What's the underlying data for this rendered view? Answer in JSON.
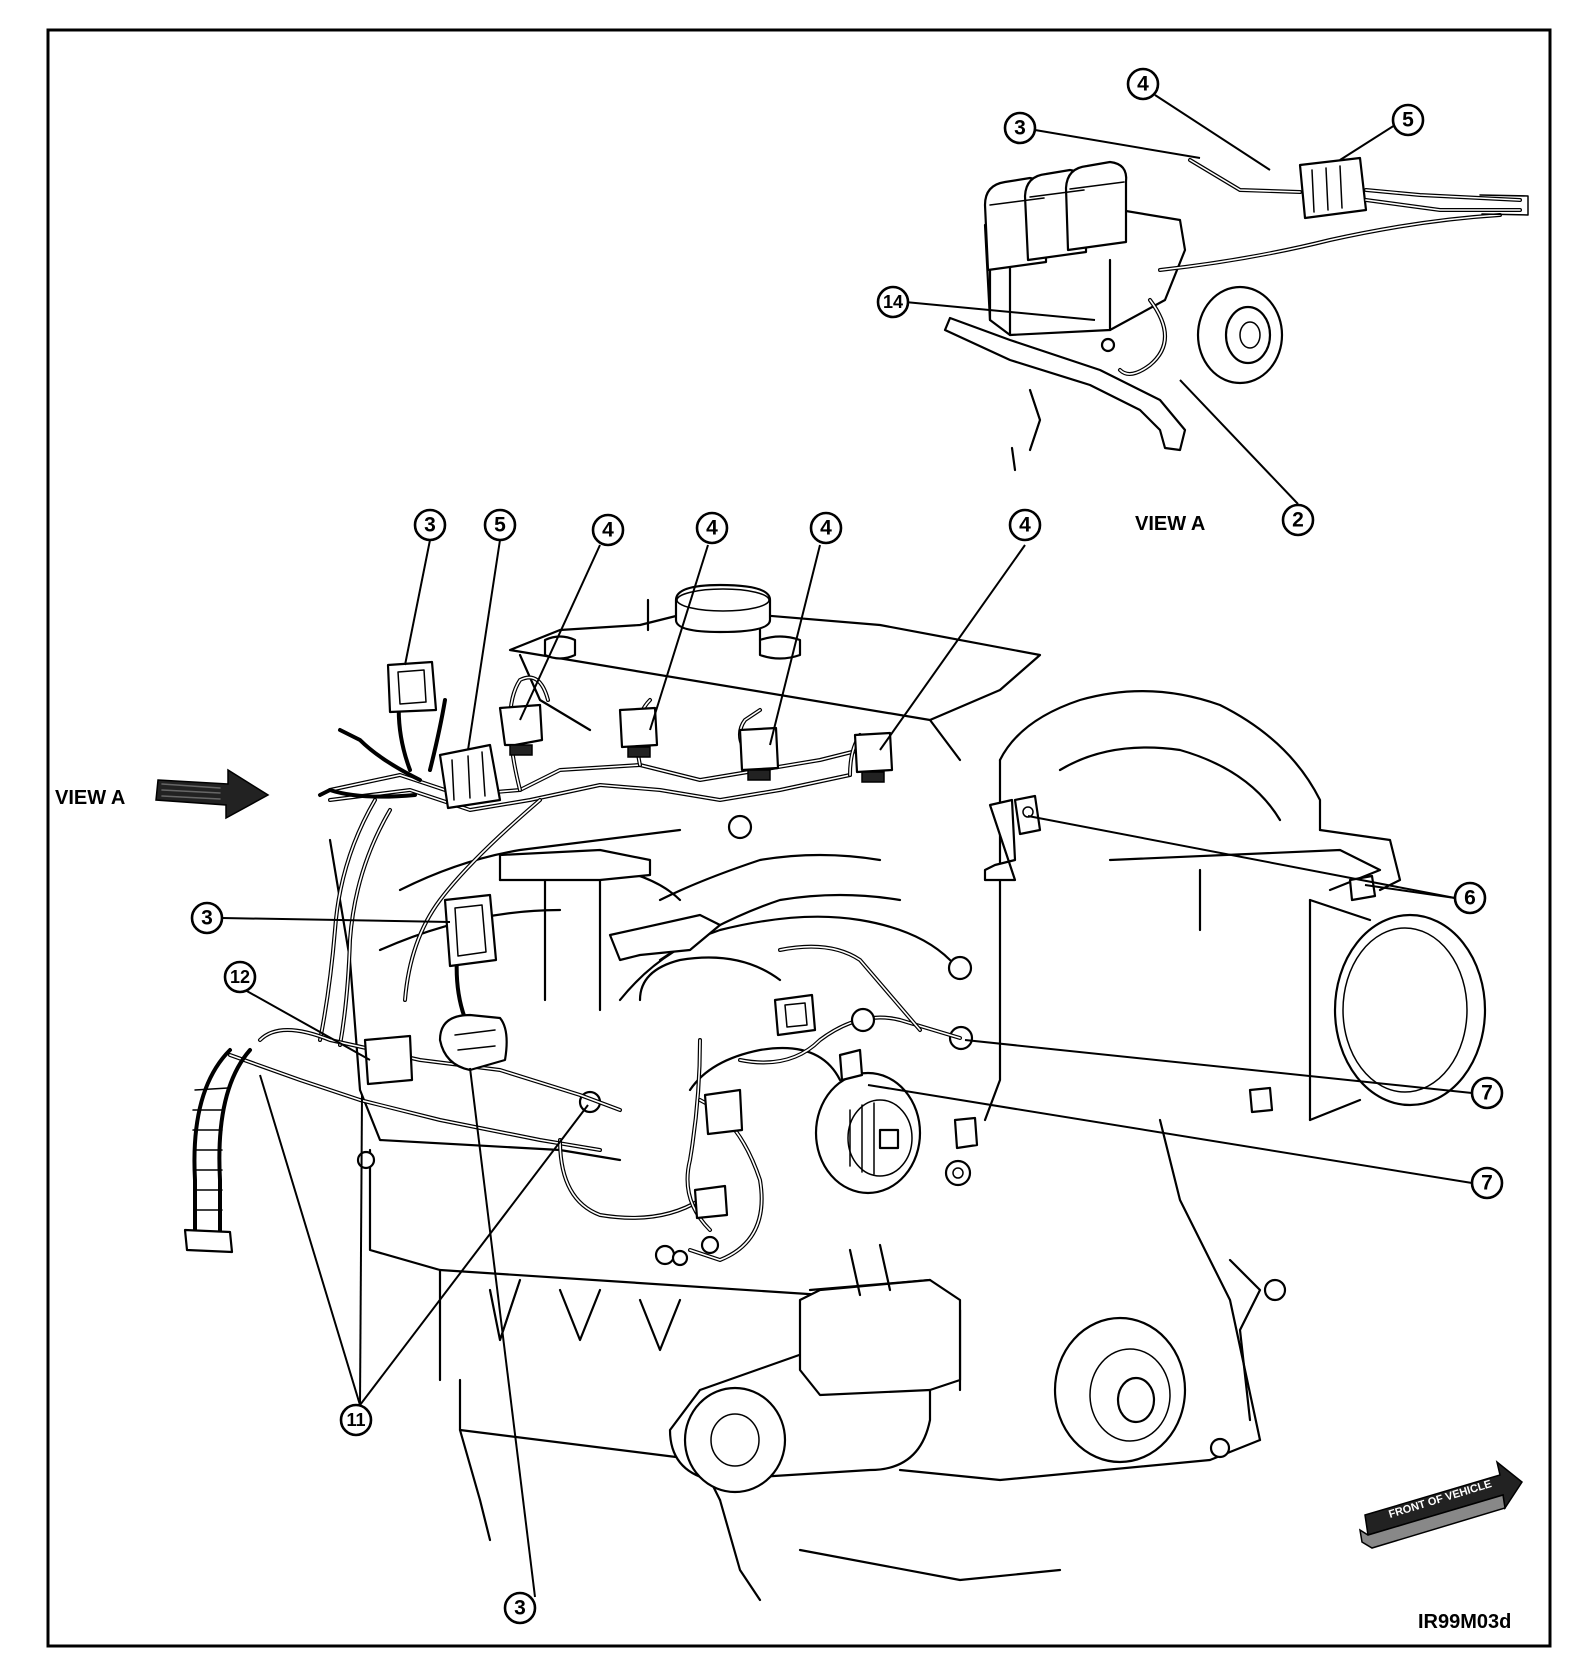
{
  "figure": {
    "reference_code": "IR99M03d",
    "view_a_label": "VIEW A",
    "view_a_arrow_label": "VIEW A",
    "direction_arrow_label": "FRONT OF VEHICLE"
  },
  "callouts": [
    {
      "id": "c-inset-4",
      "number": "4"
    },
    {
      "id": "c-inset-3",
      "number": "3"
    },
    {
      "id": "c-inset-5",
      "number": "5"
    },
    {
      "id": "c-inset-14",
      "number": "14"
    },
    {
      "id": "c-inset-2",
      "number": "2"
    },
    {
      "id": "c-top-3",
      "number": "3"
    },
    {
      "id": "c-top-5",
      "number": "5"
    },
    {
      "id": "c-top-4a",
      "number": "4"
    },
    {
      "id": "c-top-4b",
      "number": "4"
    },
    {
      "id": "c-top-4c",
      "number": "4"
    },
    {
      "id": "c-top-4d",
      "number": "4"
    },
    {
      "id": "c-right-6",
      "number": "6"
    },
    {
      "id": "c-left-3",
      "number": "3"
    },
    {
      "id": "c-left-12",
      "number": "12"
    },
    {
      "id": "c-right-7a",
      "number": "7"
    },
    {
      "id": "c-right-7b",
      "number": "7"
    },
    {
      "id": "c-bottom-11",
      "number": "11"
    },
    {
      "id": "c-bottom-3",
      "number": "3"
    }
  ]
}
